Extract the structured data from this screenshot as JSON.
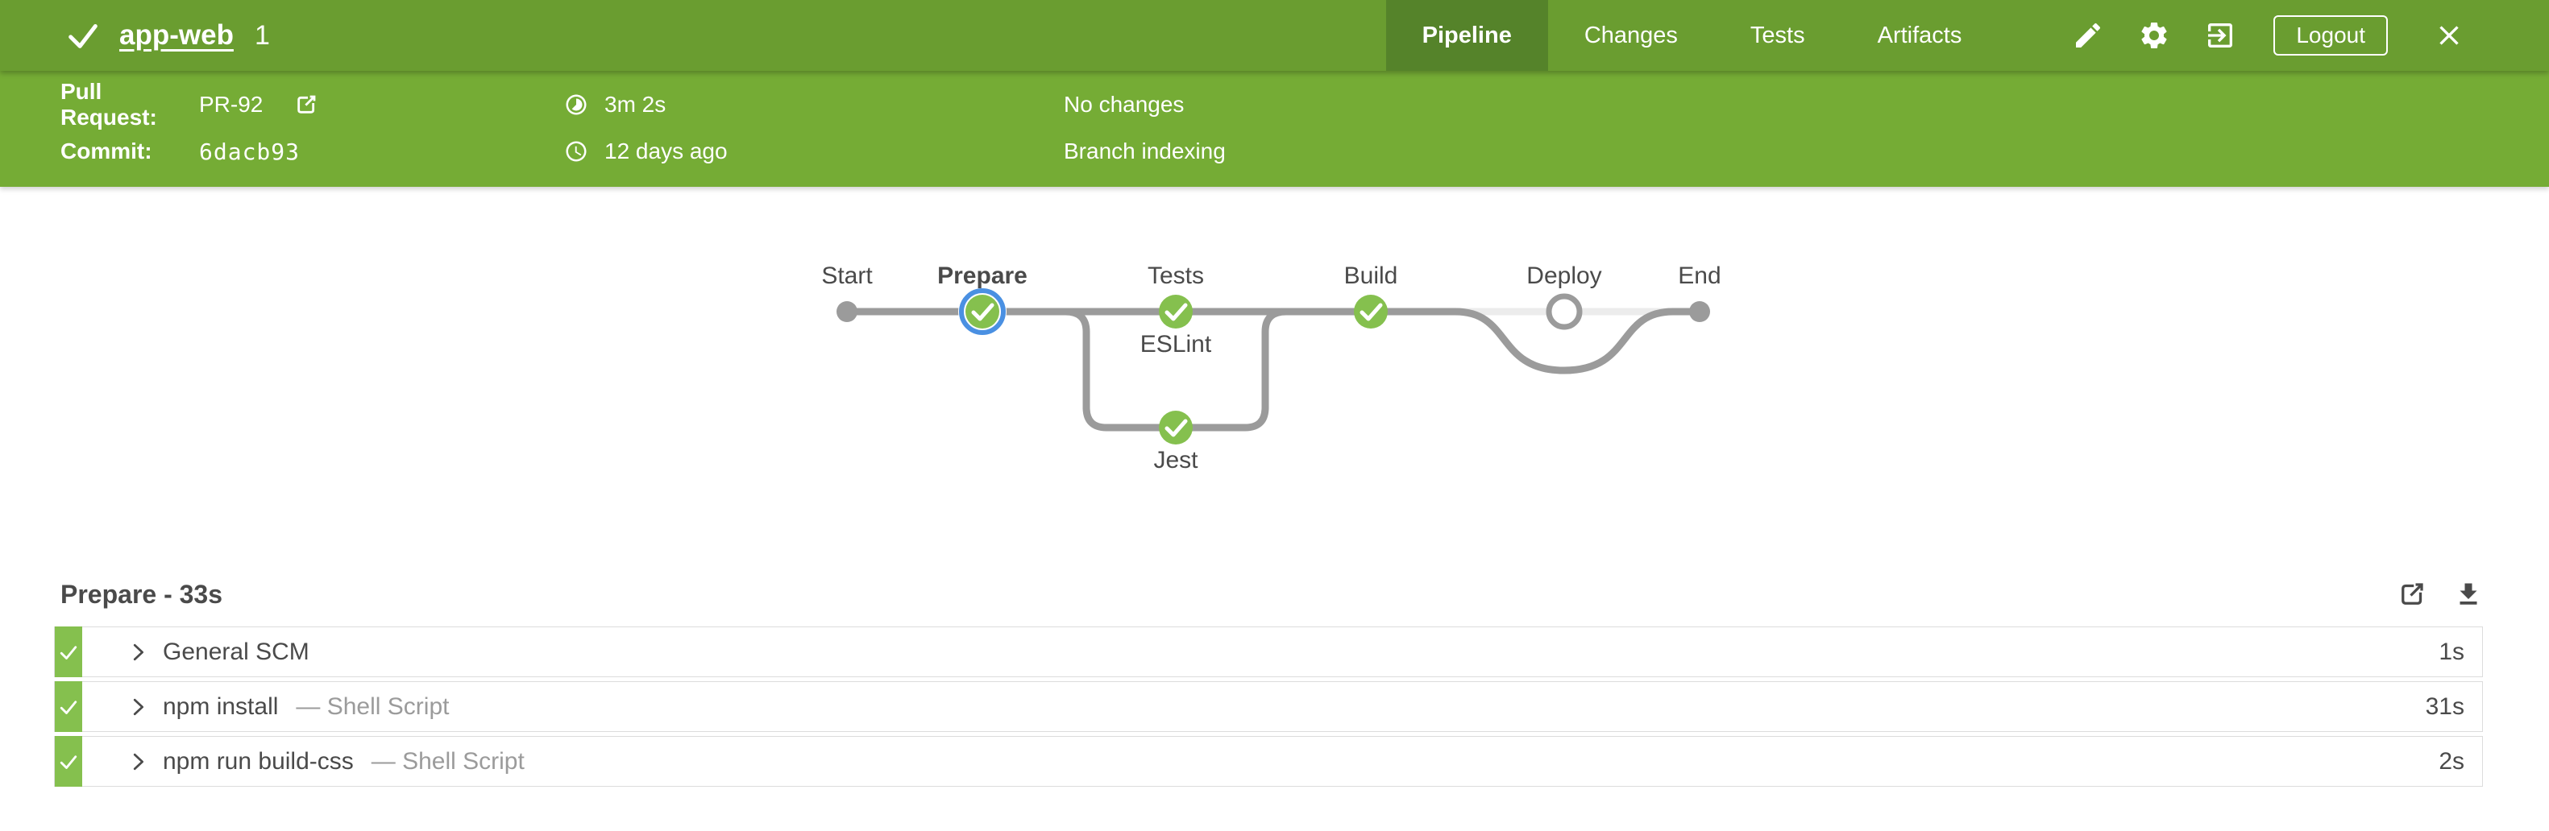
{
  "header": {
    "title": "app-web",
    "run_number": "1",
    "tabs": [
      {
        "label": "Pipeline",
        "active": true
      },
      {
        "label": "Changes",
        "active": false
      },
      {
        "label": "Tests",
        "active": false
      },
      {
        "label": "Artifacts",
        "active": false
      }
    ],
    "logout_label": "Logout"
  },
  "infobar": {
    "pull_request_label": "Pull Request:",
    "pull_request_value": "PR-92",
    "commit_label": "Commit:",
    "commit_value": "6dacb93",
    "duration": "3m 2s",
    "completed": "12 days ago",
    "changes": "No changes",
    "cause": "Branch indexing"
  },
  "pipeline": {
    "stages": [
      {
        "name": "Start",
        "type": "terminal"
      },
      {
        "name": "Prepare",
        "status": "success",
        "selected": true
      },
      {
        "name": "Tests",
        "status": "success",
        "parallel": [
          {
            "name": "ESLint",
            "status": "success"
          },
          {
            "name": "Jest",
            "status": "success"
          }
        ]
      },
      {
        "name": "Build",
        "status": "success"
      },
      {
        "name": "Deploy",
        "status": "not_built"
      },
      {
        "name": "End",
        "type": "terminal"
      }
    ]
  },
  "steps": {
    "title": "Prepare - 33s",
    "rows": [
      {
        "name": "General SCM",
        "detail": "",
        "duration": "1s",
        "status": "success"
      },
      {
        "name": "npm install",
        "detail": "— Shell Script",
        "duration": "31s",
        "status": "success"
      },
      {
        "name": "npm run build-css",
        "detail": "— Shell Script",
        "duration": "2s",
        "status": "success"
      }
    ]
  },
  "icons": {
    "status": "check-icon",
    "edit": "pencil-icon",
    "settings": "gear-icon",
    "exit": "exit-to-app-icon",
    "close": "close-icon",
    "pr_link": "external-link-icon",
    "duration": "timer-icon",
    "time": "clock-icon",
    "open_log": "open-in-new-icon",
    "download": "download-icon",
    "expand": "chevron-right-icon"
  },
  "colors": {
    "topbar_green": "#6A9D30",
    "active_tab_green": "#55832A",
    "infobar_green": "#75AC35",
    "node_success_green": "#85C04E",
    "selected_ring_blue": "#4A90E2",
    "line_gray": "#9b9b9b",
    "skipped_line_gray": "#ececec",
    "text_gray": "#4a4a4a",
    "muted_text_gray": "#9b9b9b"
  }
}
